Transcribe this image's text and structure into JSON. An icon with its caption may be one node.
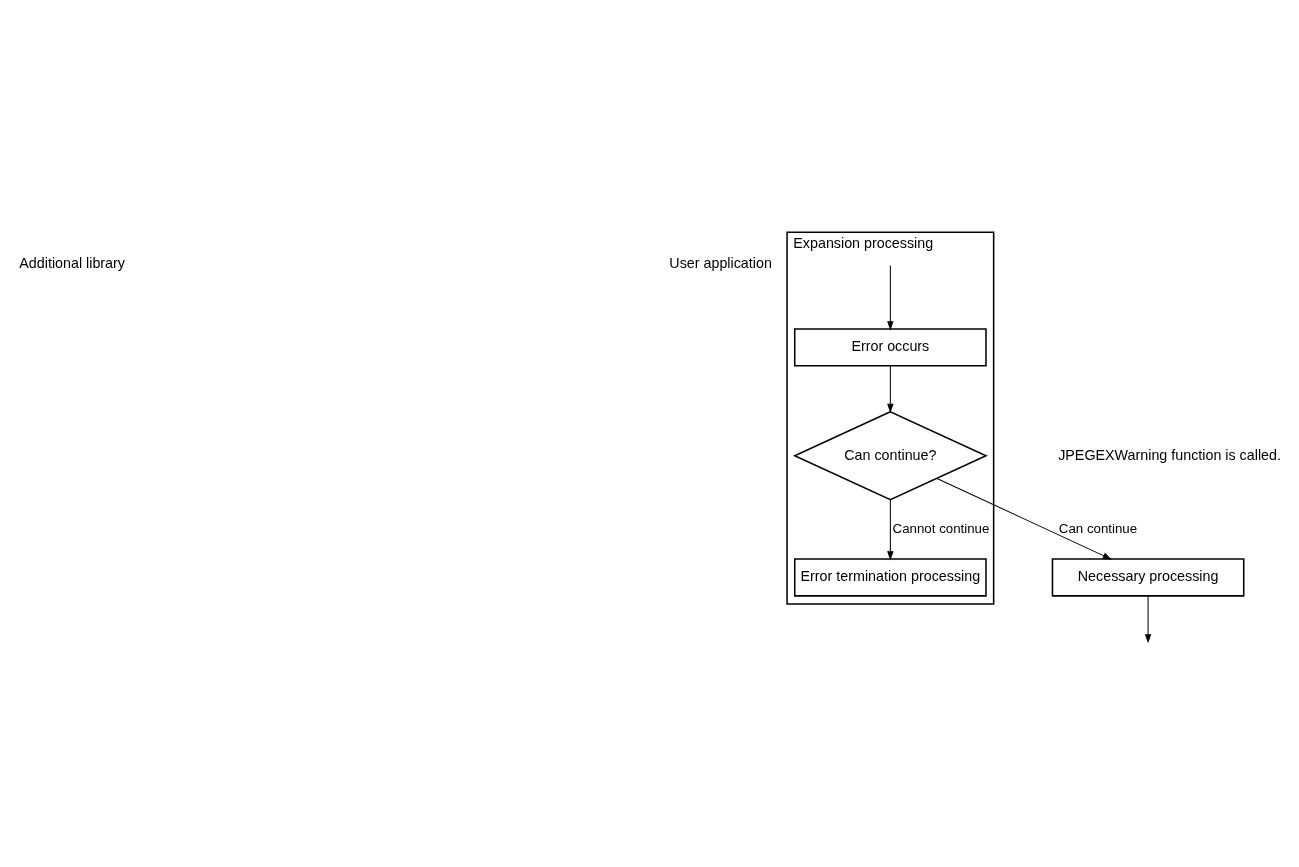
{
  "diagram": {
    "nodes": [
      {
        "text": [
          "Expansion processing"
        ]
      },
      {
        "text": [
          "Error occurs"
        ],
        "in": 0
      },
      {
        "text": [
          "Can continue?"
        ],
        "in": 0
      },
      {
        "text": [
          "Error termination processing"
        ],
        "in": 0
      },
      {
        "text": [
          "Necessary processing"
        ]
      }
    ],
    "edges": [
      {
        "from": null,
        "to": 1,
        "arrow": "to"
      },
      {
        "from": 1,
        "to": 2,
        "arrow": "to"
      },
      {
        "from": 2,
        "to": 4,
        "arrow": "to",
        "label": "Can continue"
      },
      {
        "from": 2,
        "to": 3,
        "arrow": "to",
        "label": "Cannot continue"
      },
      {
        "from": 4,
        "to": null,
        "arrow": "to"
      }
    ],
    "labels": [
      "Additional library",
      "User application",
      "JPEGEXWarning function is called."
    ]
  }
}
